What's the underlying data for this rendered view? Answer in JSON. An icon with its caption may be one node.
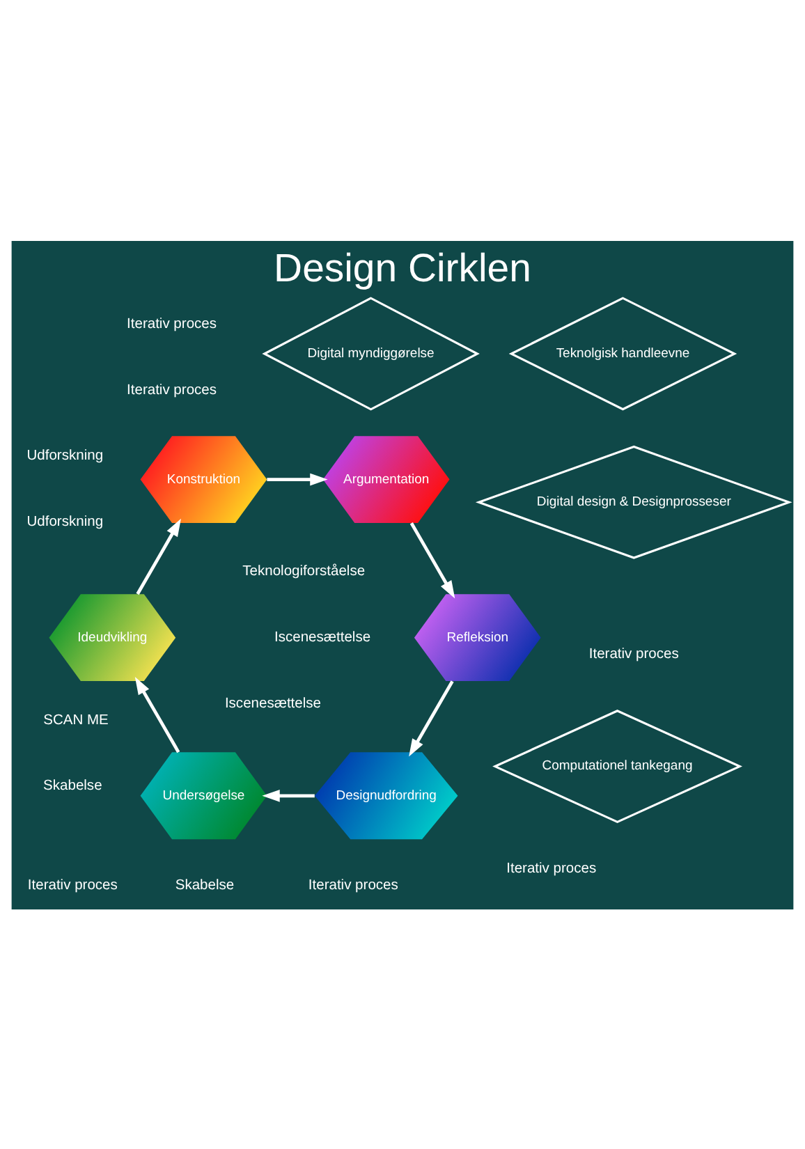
{
  "diagram": {
    "title": "Design Cirklen",
    "nodes": [
      {
        "text": [
          "Designudfordring"
        ]
      },
      {
        "text": [
          "Undersøgelse"
        ]
      },
      {
        "text": [
          "Ideudvikling"
        ]
      },
      {
        "text": [
          "Konstruktion"
        ]
      },
      {
        "text": [
          "Argumentation"
        ]
      },
      {
        "text": [
          "Refleksion"
        ]
      },
      {
        "text": [
          "Digital myndiggørelse"
        ]
      },
      {
        "text": [
          "Teknolgisk handleevne"
        ]
      },
      {
        "text": [
          "Digital design & Designprosseser"
        ]
      },
      {
        "text": [
          "Computationel tankegang"
        ]
      }
    ],
    "edges": [
      {
        "from": 0,
        "to": 1,
        "arrow": "to"
      },
      {
        "from": 1,
        "to": 2,
        "arrow": "to"
      },
      {
        "from": 2,
        "to": 3,
        "arrow": "to"
      },
      {
        "from": 3,
        "to": 4,
        "arrow": "to"
      },
      {
        "from": 4,
        "to": 5,
        "arrow": "to"
      },
      {
        "from": 5,
        "to": 0,
        "arrow": "to"
      }
    ],
    "labels": [
      "Teknologiforståelse",
      "Iterativ proces",
      "Iterativ proces",
      "Iscenesættelse",
      "Udforskning",
      "Iterativ proces",
      "Iscenesættelse",
      "Udforskning",
      "Iterativ proces",
      "Skabelse",
      "Skabelse",
      "Iterativ proces",
      "Iterativ proces",
      "SCAN ME"
    ]
  }
}
